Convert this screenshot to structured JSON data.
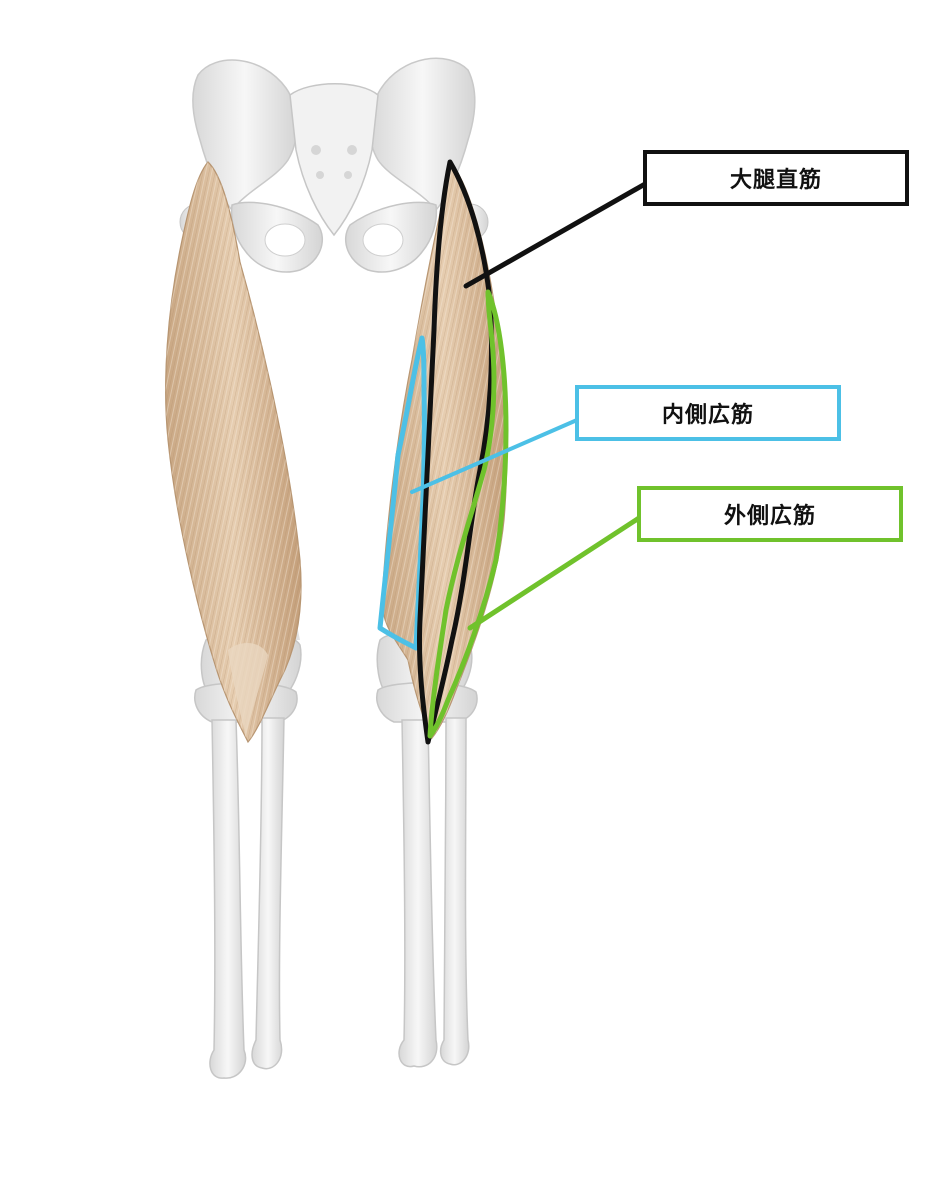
{
  "labels": {
    "rectus_femoris": "大腿直筋",
    "vastus_medialis": "内側広筋",
    "vastus_lateralis": "外側広筋"
  },
  "colors": {
    "rectus_femoris": "#111111",
    "vastus_medialis": "#4cc0e6",
    "vastus_lateralis": "#70c22c",
    "muscle": "#d9bb9b",
    "bone": "#ededed"
  }
}
